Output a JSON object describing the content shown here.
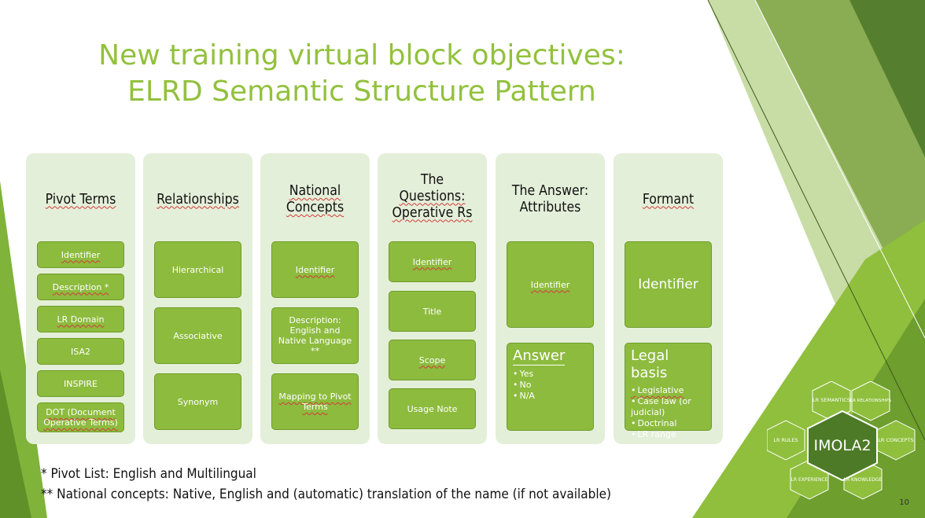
{
  "title": {
    "line1": "New training virtual block objectives:",
    "line2": "ELRD Semantic Structure Pattern"
  },
  "columns": [
    {
      "heading": "Pivot Terms",
      "items": [
        "Identifier",
        "Description *",
        "LR Domain",
        "ISA2",
        "INSPIRE",
        "DOT (Document Operative Terms)"
      ]
    },
    {
      "heading": "Relationships",
      "items": [
        "Hierarchical",
        "Associative",
        "Synonym"
      ]
    },
    {
      "heading": "National Concepts",
      "items": [
        "Identifier",
        "Description: English and Native Language **",
        "Mapping to Pivot Terms"
      ]
    },
    {
      "heading": "The Questions: Operative Rs",
      "heading_lines": [
        "The",
        "Questions:",
        "Operative Rs"
      ],
      "items": [
        "Identifier",
        "Title",
        "Scope",
        "Usage Note"
      ]
    },
    {
      "heading": "The Answer: Attributes",
      "items": [
        "Identifier"
      ],
      "answer": {
        "title": "Answer",
        "options": [
          "Yes",
          "No",
          "N/A"
        ]
      }
    },
    {
      "heading": "Formant",
      "items": [
        "Identifier"
      ],
      "legal_basis": {
        "title": "Legal basis",
        "options": [
          "Legislative",
          "Case law (or judicial)",
          "Doctrinal",
          "LR range"
        ]
      }
    }
  ],
  "footnotes": {
    "note1": "* Pivot List: English and Multilingual",
    "note2": "** National concepts: Native, English and (automatic) translation of the name (if not available)"
  },
  "logo": {
    "center_text": "IMOLA2",
    "segments": [
      "LR SEMANTICS",
      "LR RELATIONSHIPS",
      "LR CONCEPTS",
      "LR KNOWLEDGE",
      "LR EXPERIENCE",
      "LR RULES"
    ]
  },
  "page_number": "10",
  "colors": {
    "title_green": "#92c13d",
    "box_green": "#8dbb3e",
    "column_bg": "#e4efd9",
    "dark_green": "#6f9b3a"
  }
}
